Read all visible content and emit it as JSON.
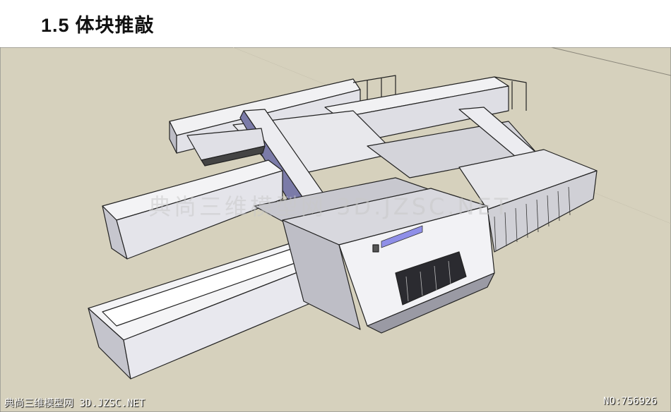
{
  "header": {
    "number": "1.5",
    "title": "体块推敲"
  },
  "watermark": {
    "text": "典尚三维模型网 3D.JZSC.NET"
  },
  "footer": {
    "site": "典尚三维模型网 3D.JZSC.NET",
    "id": "NO:756926"
  },
  "colors": {
    "ground": "#d6d1bd",
    "model_light": "#f2f2f4",
    "model_mid": "#cfcfd6",
    "model_dark": "#9a9aa4",
    "accent": "#6a6ae0"
  }
}
